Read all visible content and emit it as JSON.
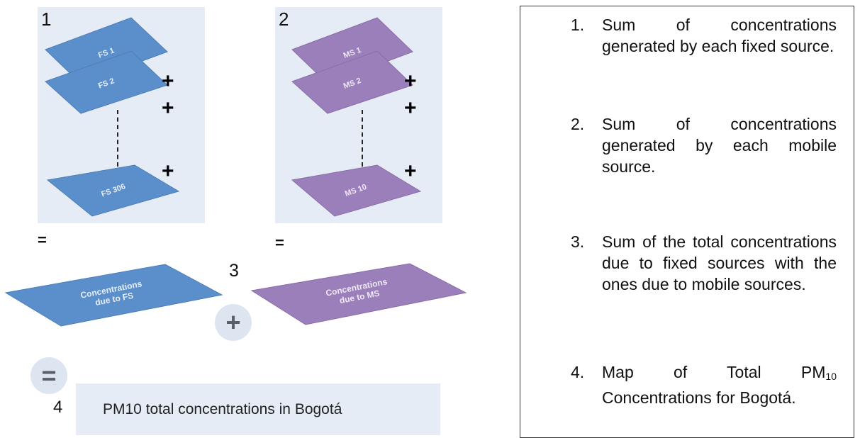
{
  "panels": [
    {
      "number": "1",
      "equals": "=",
      "layers": [
        "FS 1",
        "FS 2",
        "FS 306"
      ],
      "result": "Concentrations due to FS",
      "color": "#5b8fcc"
    },
    {
      "number": "2",
      "equals": "=",
      "layers": [
        "MS 1",
        "MS 2",
        "MS 10"
      ],
      "result": "Concentrations due to MS",
      "color": "#9b7fba"
    }
  ],
  "operators": {
    "plus": "+",
    "equals": "="
  },
  "step3_number": "3",
  "step4": {
    "number": "4",
    "label": "PM10 total concentrations in Bogotá"
  },
  "legend": [
    {
      "num": "1.",
      "text": "Sum of concentrations generated by each fixed source."
    },
    {
      "num": "2.",
      "text": "Sum of concentrations generated by each mobile source."
    },
    {
      "num": "3.",
      "text": "Sum of the total concentrations due to fixed sources with the ones due to mobile sources."
    },
    {
      "num": "4.",
      "text_before": "Map of Total PM",
      "subscript": "10",
      "text_after": " Concentrations for Bogotá."
    }
  ]
}
